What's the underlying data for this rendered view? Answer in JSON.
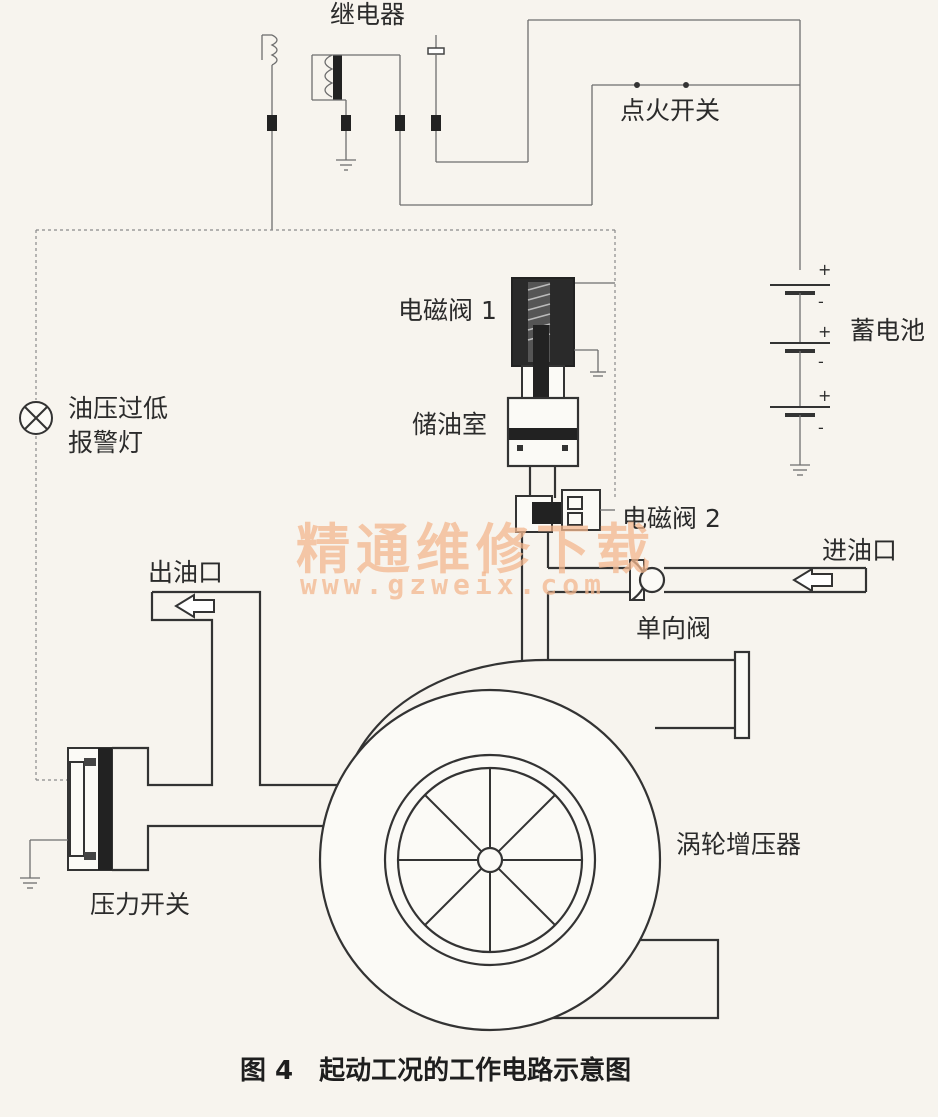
{
  "labels": {
    "relay": "继电器",
    "ignition_switch": "点火开关",
    "battery": "蓄电池",
    "solenoid_valve_1": "电磁阀 1",
    "oil_chamber": "储油室",
    "solenoid_valve_2": "电磁阀 2",
    "oil_inlet": "进油口",
    "check_valve": "单向阀",
    "oil_outlet": "出油口",
    "low_oil_lamp_line1": "油压过低",
    "low_oil_lamp_line2": "报警灯",
    "pressure_switch": "压力开关",
    "turbocharger": "涡轮增压器"
  },
  "battery_terminals": {
    "plus": "+",
    "minus": "-"
  },
  "caption": "图 4　起动工况的工作电路示意图",
  "watermark": {
    "text_cn": "精通维修下载",
    "text_url": "www.gzweix.com"
  },
  "colors": {
    "background": "#f7f4ee",
    "line": "#333333",
    "wire": "#6e6e6e",
    "watermark": "#f3b78e"
  }
}
